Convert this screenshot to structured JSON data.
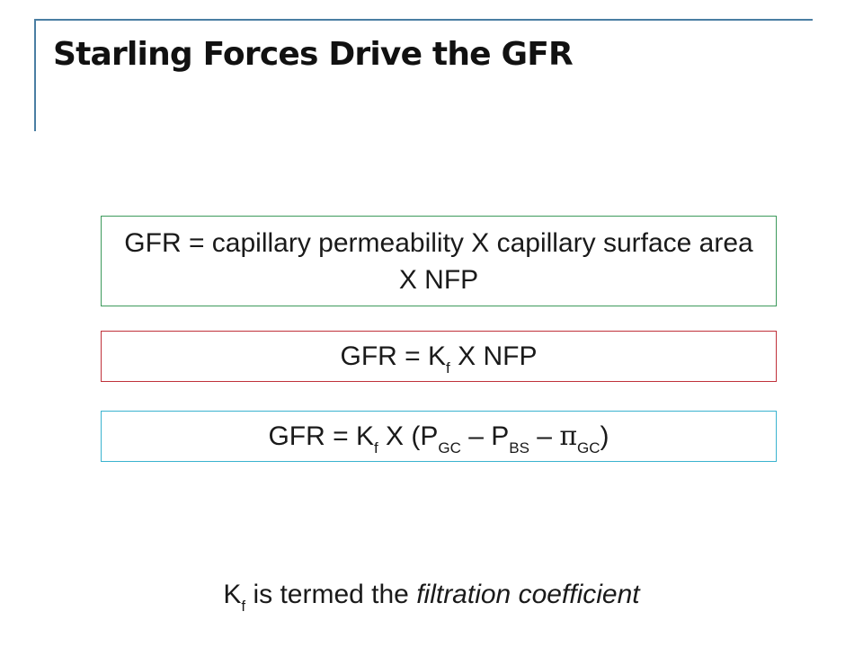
{
  "slide": {
    "title": "Starling Forces Drive the GFR"
  },
  "equation1": {
    "text": "GFR = capillary permeability X capillary surface area X NFP",
    "border_color": "#3d9a5c"
  },
  "equation2": {
    "lhs": "GFR = K",
    "kf_sub": "f",
    "rhs": " X NFP",
    "border_color": "#c0313a"
  },
  "equation3": {
    "lhs": "GFR = K",
    "kf_sub": "f",
    "mid1": " X (P",
    "p_gc_sub": "GC",
    "mid2": " – P",
    "p_bs_sub": "BS",
    "mid3": " – ",
    "pi_symbol": "π",
    "pi_gc_sub": "GC",
    "close": ")",
    "border_color": "#3ab3cf"
  },
  "footnote": {
    "k": "K",
    "k_sub": "f",
    "text": " is termed the ",
    "emphasis": "filtration coefficient"
  },
  "colors": {
    "frame": "#4a7ea3"
  }
}
